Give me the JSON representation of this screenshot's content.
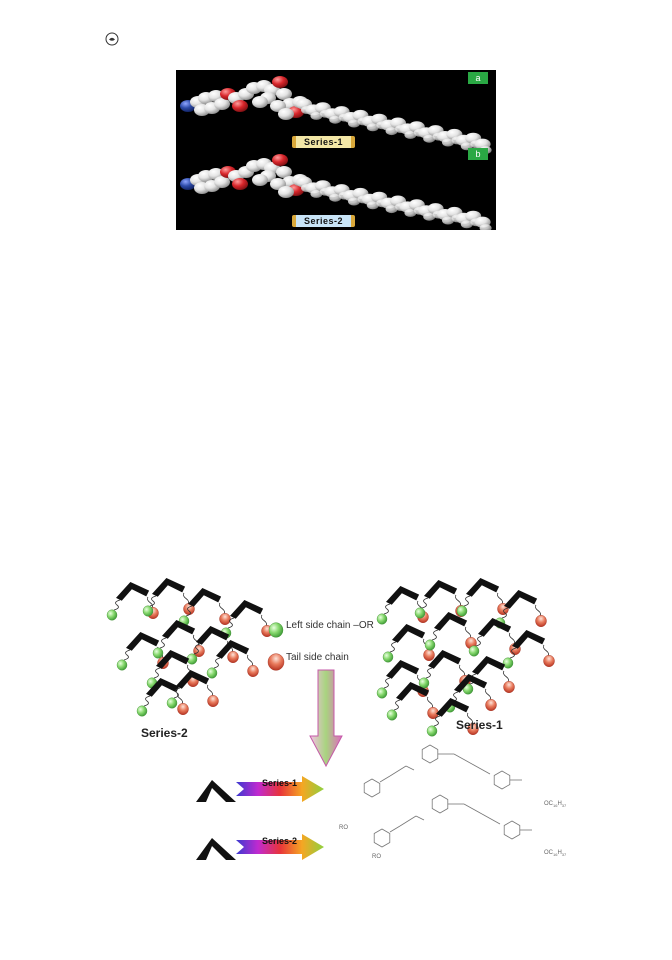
{
  "panel_a": {
    "letter_a": "a",
    "letter_b": "b",
    "series_1_label": "Series-1",
    "series_2_label": "Series-2"
  },
  "legend": {
    "left_chain": "Left side chain –OR",
    "tail_chain": "Tail side chain"
  },
  "clusters": {
    "left_label": "Series-2",
    "right_label": "Series-1"
  },
  "arrows": {
    "series_1": "Series-1",
    "series_2": "Series-2"
  },
  "structures": {
    "ro": "RO",
    "oc": "OC",
    "sub_a": "16",
    "sub_b": "H",
    "sub_c": "37"
  },
  "colors": {
    "panel_bg": "#000000",
    "atom_carbon": "#e4e4e4",
    "atom_oxygen": "#d8262b",
    "atom_nitrogen": "#2c4aa8",
    "green_sphere": "#7bd36a",
    "red_sphere": "#d24a36",
    "chevron": "#111111",
    "letter_badge": "#2aa844"
  },
  "icons": {
    "corner": "open-access-icon"
  }
}
